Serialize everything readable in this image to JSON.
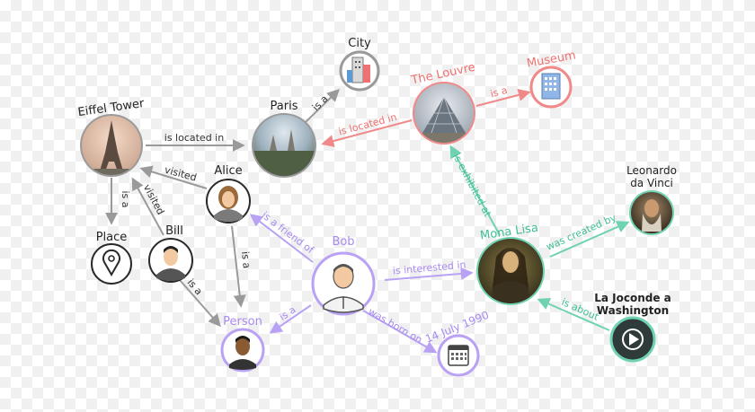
{
  "colors": {
    "gray": "#8a8a8a",
    "red": "#ef7070",
    "purple": "#a98bf0",
    "teal": "#3fbf95",
    "dark": "#2a2a2a"
  },
  "nodes": {
    "eiffel": {
      "label": "Eiffel Tower",
      "icon": "eiffel-tower-photo"
    },
    "paris": {
      "label": "Paris",
      "icon": "paris-photo"
    },
    "city": {
      "label": "City",
      "icon": "city-building-icon"
    },
    "louvre": {
      "label": "The Louvre",
      "icon": "louvre-pyramid-photo"
    },
    "museum": {
      "label": "Museum",
      "icon": "museum-building-icon"
    },
    "alice": {
      "label": "Alice",
      "icon": "female-avatar-icon"
    },
    "bill": {
      "label": "Bill",
      "icon": "male-avatar-icon"
    },
    "place": {
      "label": "Place",
      "icon": "map-pin-icon"
    },
    "person": {
      "label": "Person",
      "icon": "person-avatar-icon"
    },
    "bob": {
      "label": "Bob",
      "icon": "male-avatar-icon"
    },
    "monalisa": {
      "label": "Mona Lisa",
      "icon": "mona-lisa-painting"
    },
    "leonardo": {
      "label_line1": "Leonardo",
      "label_line2": "da Vinci",
      "icon": "leonardo-portrait"
    },
    "date": {
      "label": "14 July 1990",
      "icon": "calendar-icon"
    },
    "joconde": {
      "label_line1": "La Joconde a",
      "label_line2": "Washington",
      "icon": "video-play-icon"
    }
  },
  "edges": {
    "eiffel_paris": "is located in",
    "paris_city": "is a",
    "louvre_paris": "is located in",
    "louvre_museum": "is a",
    "alice_eiffel": "visited",
    "bill_eiffel": "visited",
    "eiffel_place": "is a",
    "bill_person": "is a",
    "alice_person": "is a",
    "bob_alice": "is a friend of",
    "bob_person": "is a",
    "bob_monalisa": "is interested in",
    "bob_date": "was born on",
    "monalisa_louvre": "is exhibited at",
    "monalisa_leonardo": "was created by",
    "joconde_monalisa": "is about"
  }
}
